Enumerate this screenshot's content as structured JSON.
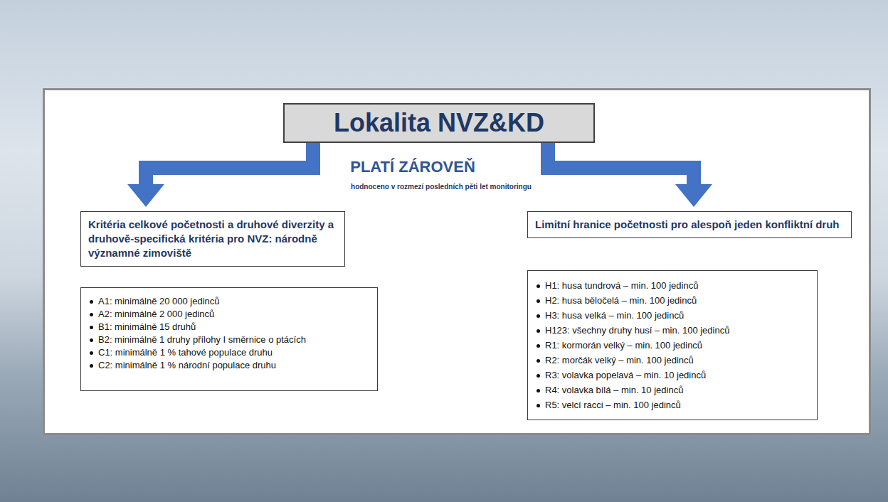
{
  "diagram": {
    "nodes": [
      {
        "text": [
          "Lokalita NVZ&KD"
        ]
      },
      {
        "text": [
          "Kritéria celkové početnosti a druhové diverzity a druhově-specifická kritéria pro NVZ: národně významné zimoviště"
        ]
      },
      {
        "text": [
          "A1: minimálně 20 000 jedinců",
          "A2: minimálně 2 000 jedinců",
          "B1: minimálně 15 druhů",
          "B2: minimálně 1 druhy přílohy I směrnice o ptácích",
          "C1: minimálně 1 % tahové populace druhu",
          "C2: minimálně 1 % národní populace druhu"
        ]
      },
      {
        "text": [
          "Limitní hranice početnosti pro alespoň jeden konfliktní druh"
        ]
      },
      {
        "text": [
          "H1: husa tundrová – min. 100 jedinců",
          "H2: husa běločelá – min. 100 jedinců",
          "H3: husa velká – min. 100 jedinců",
          "H123: všechny druhy husí – min. 100 jedinců",
          "R1: kormorán velký – min. 100 jedinců",
          "R2: morčák velký – min. 100 jedinců",
          "R3: volavka popelavá – min. 10 jedinců",
          "R4: volavka bílá – min. 10 jedinců",
          "R5: velcí racci – min. 100 jedinců"
        ]
      }
    ],
    "edges": [
      {
        "from": 0,
        "to": 1,
        "arrow": "to"
      },
      {
        "from": 0,
        "to": 3,
        "arrow": "to"
      }
    ],
    "labels": [
      "PLATÍ ZÁROVEŇ",
      "hodnoceno v rozmezí posledních pěti let monitoringu"
    ]
  }
}
